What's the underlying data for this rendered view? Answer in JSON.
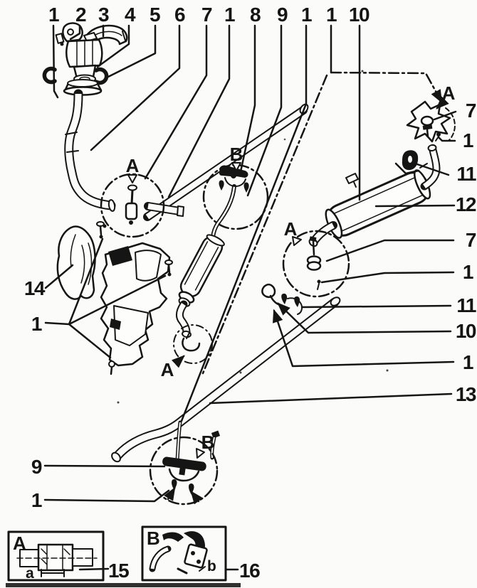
{
  "callouts": {
    "top": [
      {
        "label": "1"
      },
      {
        "label": "2"
      },
      {
        "label": "3"
      },
      {
        "label": "4"
      },
      {
        "label": "5"
      },
      {
        "label": "6"
      },
      {
        "label": "7"
      },
      {
        "label": "1"
      },
      {
        "label": "8"
      },
      {
        "label": "9"
      },
      {
        "label": "1"
      },
      {
        "label": "1"
      },
      {
        "label": "10"
      }
    ],
    "right": [
      {
        "label": "7"
      },
      {
        "label": "1"
      },
      {
        "label": "11"
      },
      {
        "label": "12"
      },
      {
        "label": "7"
      },
      {
        "label": "1"
      },
      {
        "label": "11"
      },
      {
        "label": "10"
      },
      {
        "label": "1"
      },
      {
        "label": "13"
      }
    ],
    "left": [
      {
        "label": "14"
      },
      {
        "label": "1"
      },
      {
        "label": "9"
      },
      {
        "label": "1"
      }
    ]
  },
  "markers": {
    "tailpipe_bracket": "A",
    "front_joint": "A",
    "mid_hanger": "B",
    "rear_joint": "A",
    "flex_joint": "A",
    "tail_hanger": "B"
  },
  "insets": {
    "a": {
      "box_label": "A",
      "dim_label": "a",
      "callout": "15"
    },
    "b": {
      "box_label": "B",
      "part_label": "b",
      "callout": "16"
    }
  }
}
